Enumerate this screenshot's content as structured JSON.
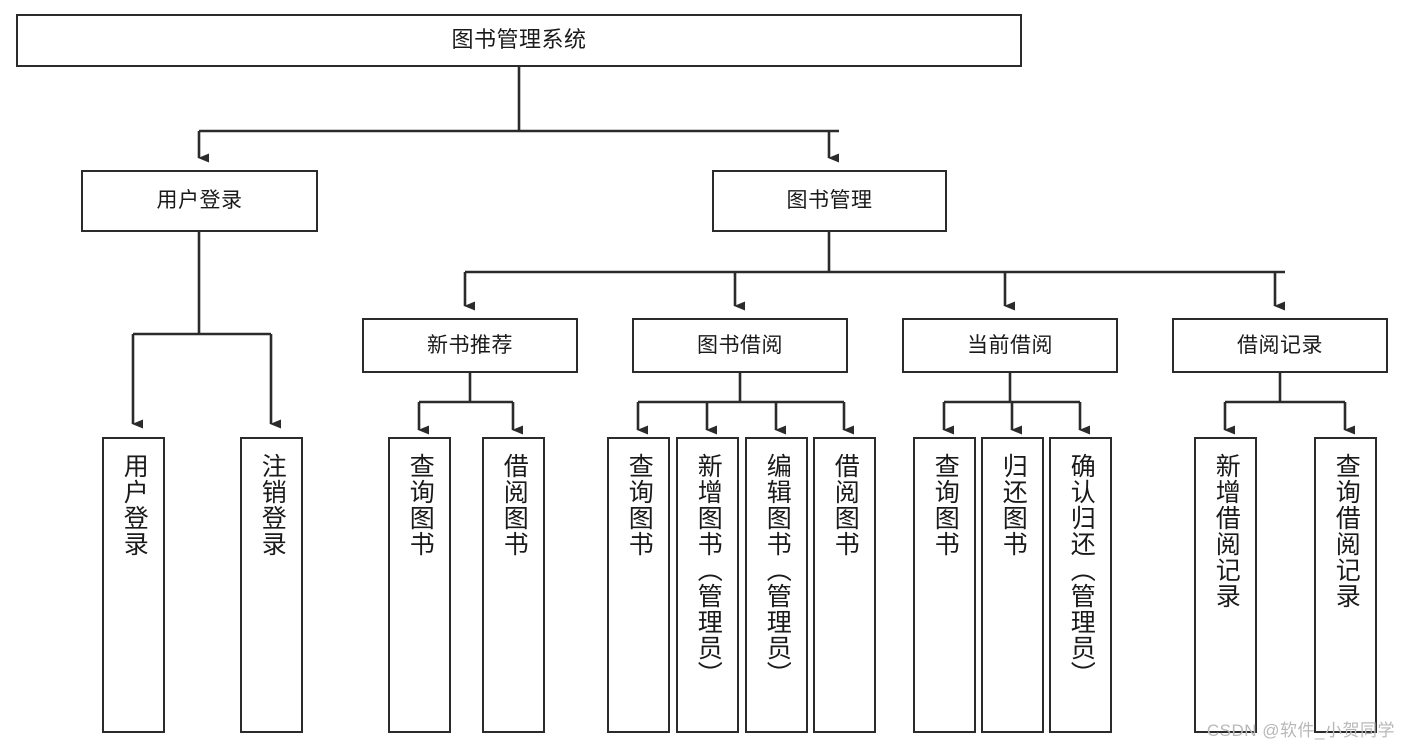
{
  "diagram": {
    "title": "图书管理系统",
    "type": "tree-hierarchy-chart",
    "watermark": "CSDN @软件_小贺同学",
    "colors": {
      "background": "#ffffff",
      "stroke": "#2b2b2b",
      "node_fill": "#ffffff",
      "text": "#1a1a1a",
      "watermark": "#b8b8b8"
    },
    "nodes": {
      "root": {
        "label": "图书管理系统"
      },
      "level2": [
        {
          "label": "用户登录"
        },
        {
          "label": "图书管理"
        }
      ],
      "level3": [
        {
          "label": "新书推荐"
        },
        {
          "label": "图书借阅"
        },
        {
          "label": "当前借阅"
        },
        {
          "label": "借阅记录"
        }
      ],
      "leaves_user_login": [
        {
          "label": "用户登录"
        },
        {
          "label": "注销登录"
        }
      ],
      "leaves_new_book": [
        {
          "label": "查询图书"
        },
        {
          "label": "借阅图书"
        }
      ],
      "leaves_borrow": [
        {
          "label": "查询图书"
        },
        {
          "label": "新增图书（管理员）"
        },
        {
          "label": "编辑图书（管理员）"
        },
        {
          "label": "借阅图书"
        }
      ],
      "leaves_current": [
        {
          "label": "查询图书"
        },
        {
          "label": "归还图书"
        },
        {
          "label": "确认归还（管理员）"
        }
      ],
      "leaves_records": [
        {
          "label": "新增借阅记录"
        },
        {
          "label": "查询借阅记录"
        }
      ]
    }
  }
}
